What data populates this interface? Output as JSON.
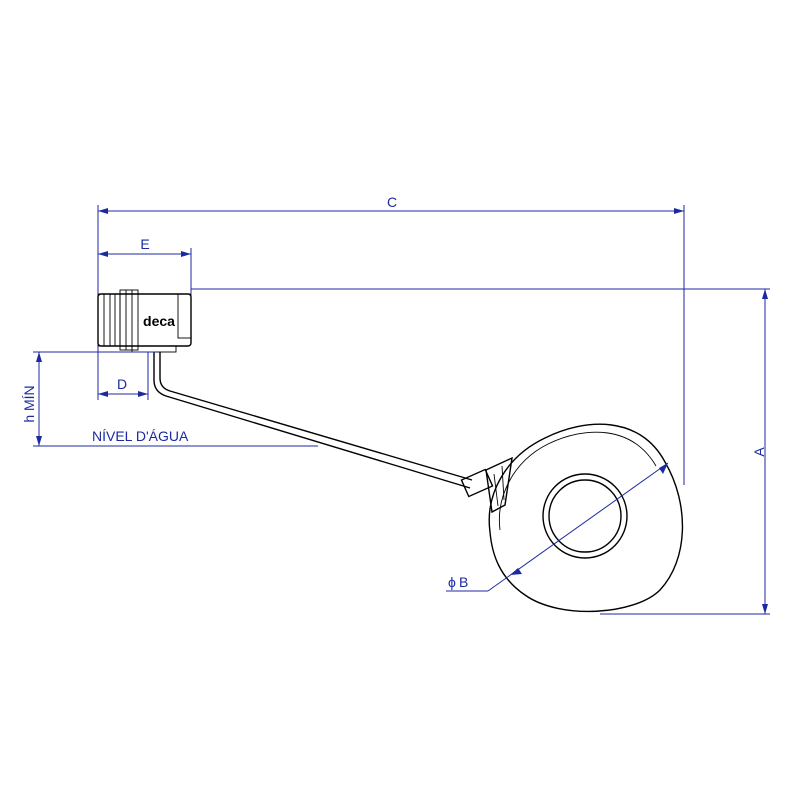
{
  "drawing": {
    "brand_logo": "deca",
    "dimension_labels": {
      "a": "A",
      "b": "B",
      "b_symbol": "ϕ",
      "c": "C",
      "d": "D",
      "e": "E",
      "h_min": "h MÍN",
      "water_level": "NÍVEL D'ÁGUA"
    },
    "colors": {
      "dimension_lines": "#1c2aa0",
      "part_outline": "#000000",
      "background": "#ffffff"
    }
  }
}
